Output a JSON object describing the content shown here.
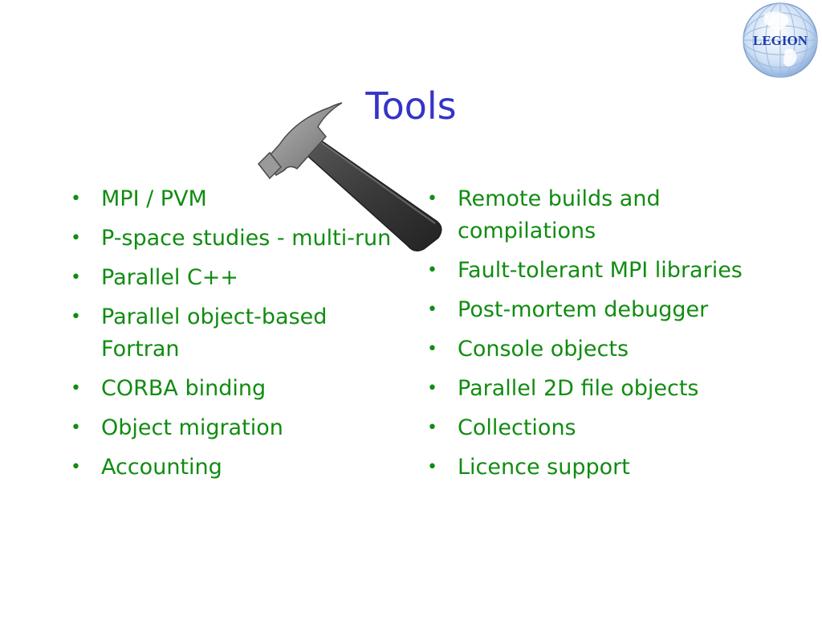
{
  "slide": {
    "title": "Tools",
    "logo_text": "LEGION",
    "left_items": [
      "MPI / PVM",
      "P-space studies - multi-run",
      "Parallel C++",
      "Parallel object-based Fortran",
      "CORBA binding",
      "Object migration",
      "Accounting"
    ],
    "right_items": [
      "Remote builds and compilations",
      "Fault-tolerant MPI libraries",
      "Post-mortem debugger",
      "Console objects",
      "Parallel 2D file objects",
      "Collections",
      "Licence support"
    ],
    "bullet": "•"
  },
  "colors": {
    "title": "#3434c8",
    "bullet_text": "#118c11",
    "logo_text": "#1a3aa8"
  },
  "icons": {
    "logo": "globe-logo-icon",
    "illustration": "hammer-icon"
  }
}
